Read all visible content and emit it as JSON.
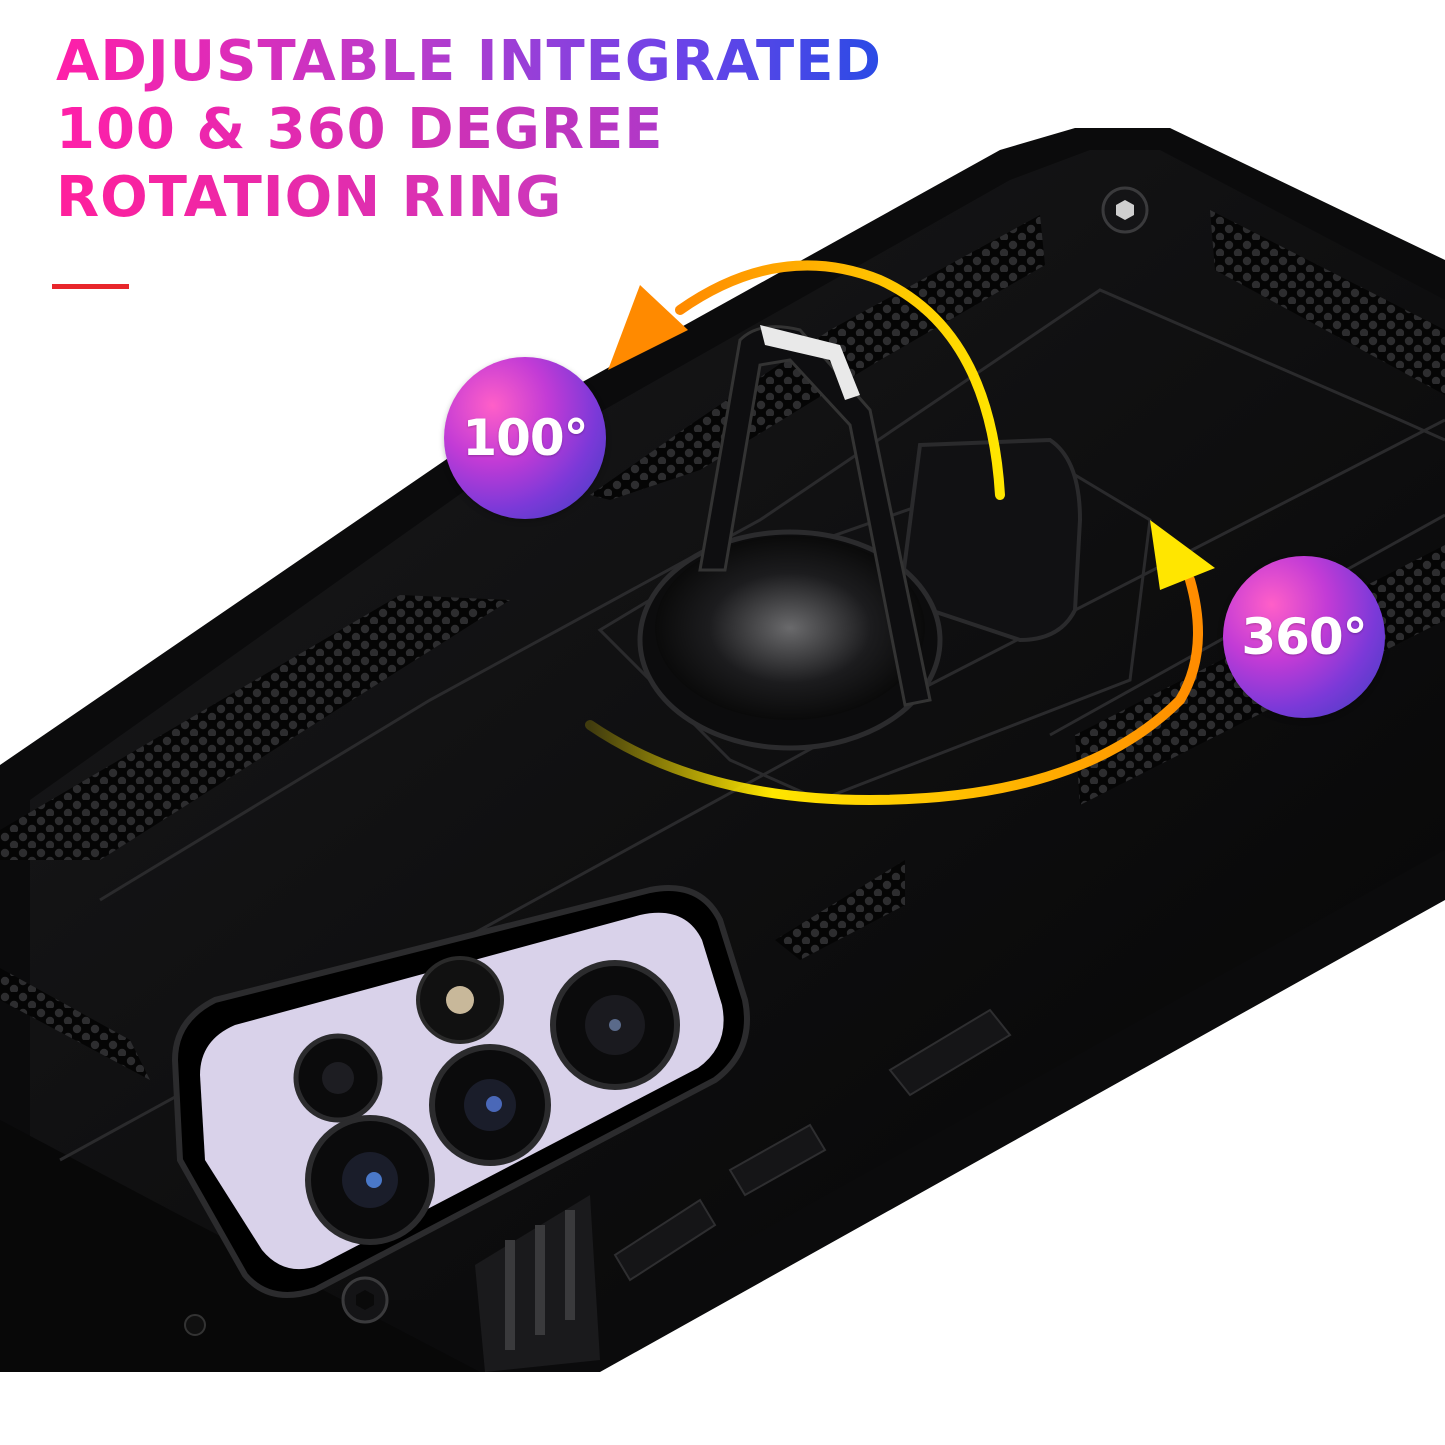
{
  "headline": {
    "line1": "ADJUSTABLE INTEGRATED",
    "line2": "100 & 360 DEGREE",
    "line3": "ROTATION RING"
  },
  "badges": {
    "tilt": "100°",
    "rotate": "360°"
  },
  "colors": {
    "accent_bar": "#e8262b",
    "headline_pink": "#ff1fa8",
    "headline_blue": "#2a4be6",
    "arrow_yellow": "#ffe600",
    "arrow_orange": "#ff8c00",
    "case_black": "#0c0c0d",
    "phone_lavender": "#d9d2ea"
  }
}
